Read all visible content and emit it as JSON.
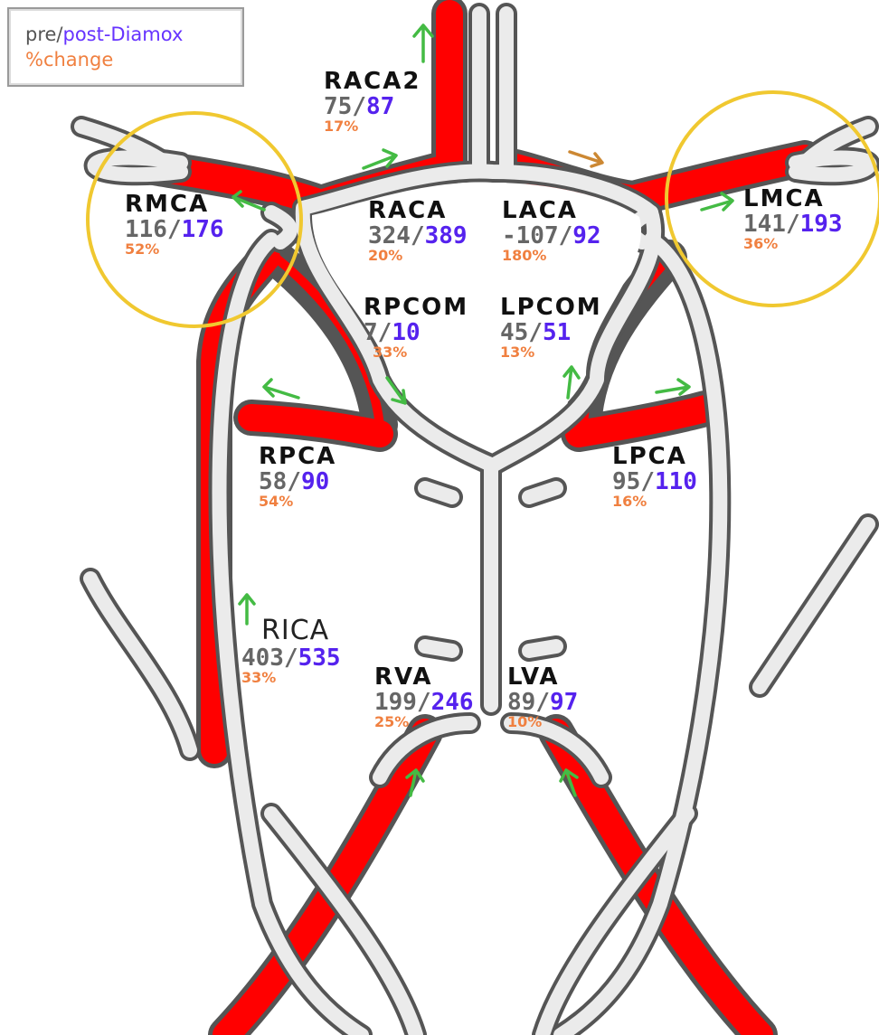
{
  "legend": {
    "pre_label": "pre/",
    "post_label": "post-Diamox",
    "change_label": "%change"
  },
  "colors": {
    "vessel_flow": "#ff0000",
    "vessel_outline": "#555555",
    "vessel_fill": "#ebebeb",
    "arrow_increase": "#44bb44",
    "arrow_alt": "#cc8833",
    "highlight_circle": "#f0c830",
    "pre_value": "#666666",
    "post_value": "#5522ee",
    "percent": "#f08040"
  },
  "vessels": {
    "raca2": {
      "name": "RACA2",
      "pre": "75",
      "sep": "/",
      "post": "87",
      "change": "17%"
    },
    "rmca": {
      "name": "RMCA",
      "pre": "116",
      "sep": "/",
      "post": "176",
      "change": "52%"
    },
    "raca": {
      "name": "RACA",
      "pre": "324",
      "sep": "/",
      "post": "389",
      "change": "20%"
    },
    "laca": {
      "name": "LACA",
      "pre": "-107",
      "sep": "/",
      "post": "92",
      "change": "180%"
    },
    "lmca": {
      "name": "LMCA",
      "pre": "141",
      "sep": "/",
      "post": "193",
      "change": "36%"
    },
    "rpcom": {
      "name": "RPCOM",
      "pre": "7",
      "sep": "/",
      "post": "10",
      "change": "33%"
    },
    "lpcom": {
      "name": "LPCOM",
      "pre": "45",
      "sep": "/",
      "post": "51",
      "change": "13%"
    },
    "rpca": {
      "name": "RPCA",
      "pre": "58",
      "sep": "/",
      "post": "90",
      "change": "54%"
    },
    "lpca": {
      "name": "LPCA",
      "pre": "95",
      "sep": "/",
      "post": "110",
      "change": "16%"
    },
    "rica": {
      "name": "RICA",
      "pre": "403",
      "sep": "/",
      "post": "535",
      "change": "33%"
    },
    "rva": {
      "name": "RVA",
      "pre": "199",
      "sep": "/",
      "post": "246",
      "change": "25%"
    },
    "lva": {
      "name": "LVA",
      "pre": "89",
      "sep": "/",
      "post": "97",
      "change": "10%"
    }
  }
}
